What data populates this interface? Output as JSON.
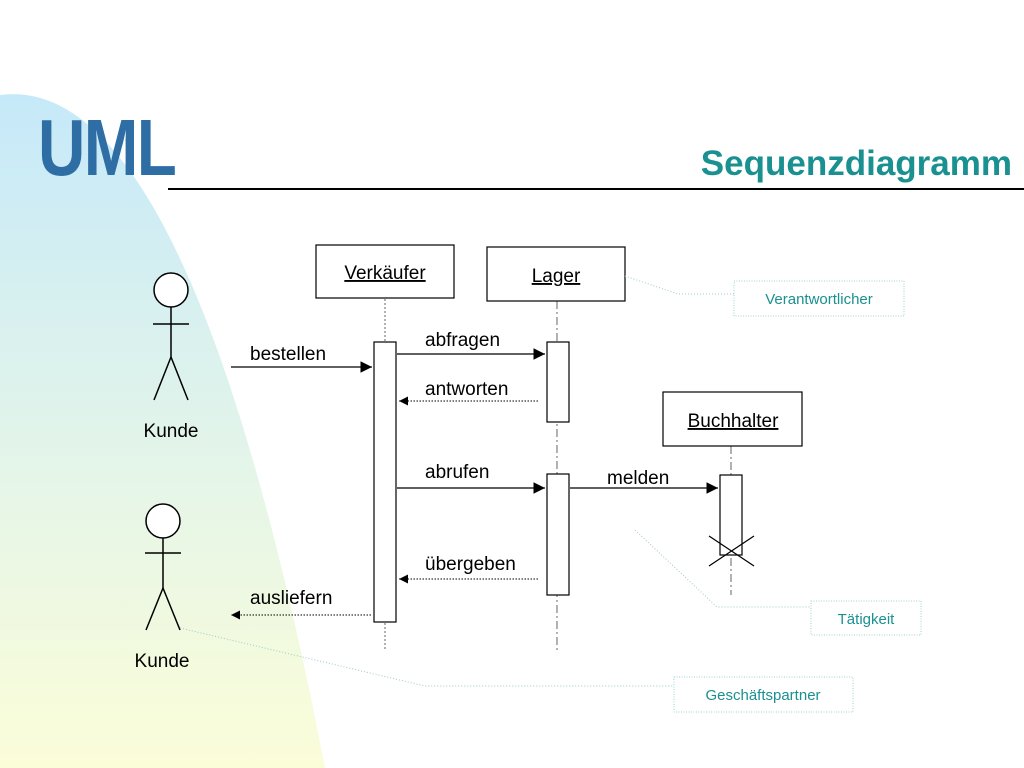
{
  "title": {
    "main": "UML",
    "sub": "Sequenzdiagramm"
  },
  "actors": [
    "Kunde",
    "Kunde"
  ],
  "objects": {
    "verkaeufer": "Verkäufer",
    "lager": "Lager",
    "buchhalter": "Buchhalter"
  },
  "messages": {
    "bestellen": "bestellen",
    "abfragen": "abfragen",
    "antworten": "antworten",
    "abrufen": "abrufen",
    "melden": "melden",
    "uebergeben": "übergeben",
    "ausliefern": "ausliefern"
  },
  "notes": {
    "verantwortlicher": "Verantwortlicher",
    "taetigkeit": "Tätigkeit",
    "geschaeftspartner": "Geschäftspartner"
  },
  "colors": {
    "title": "#2f6ea5",
    "subtitle": "#1a9090",
    "note_text": "#1a9090",
    "note_border": "#9fd3d3",
    "bg_top": "#c6e9f9",
    "bg_bottom": "#fbfdd8"
  }
}
